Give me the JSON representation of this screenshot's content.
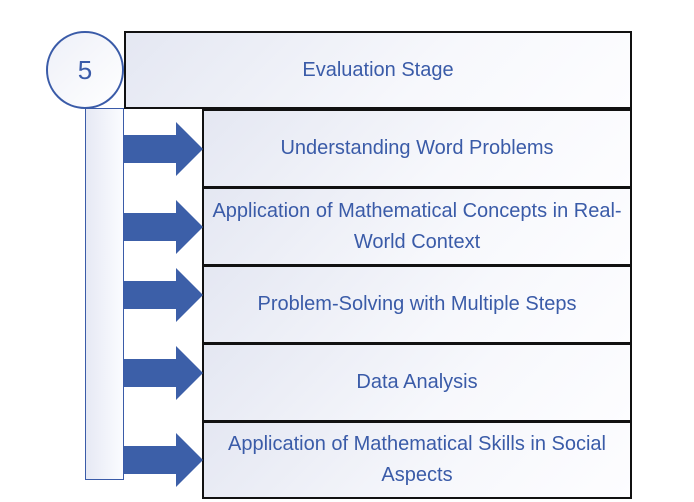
{
  "stage_number": "5",
  "header": "Evaluation Stage",
  "items": [
    "Understanding Word Problems",
    "Application of Mathematical Concepts in Real-World Context",
    "Problem-Solving with Multiple Steps",
    "Data Analysis",
    "Application of Mathematical Skills in Social Aspects"
  ],
  "colors": {
    "accent": "#3a5ba8",
    "arrow": "#3c5fa8"
  }
}
